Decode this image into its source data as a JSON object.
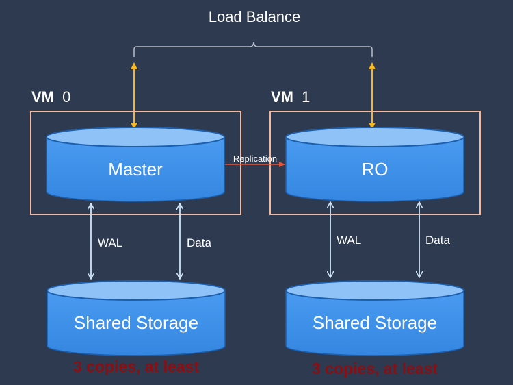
{
  "title": "Load Balance",
  "colors": {
    "background": "#2e3a4f",
    "vm_border": "#f2b9a0",
    "cylinder_body": "#3d8fe8",
    "cylinder_top": "#8fc3f7",
    "cylinder_outline": "#1c5fae",
    "lb_arrow": "#f5b820",
    "io_arrow": "#cfe3f7",
    "replication_arrow": "#e0563f",
    "bracket": "#b9c0cc",
    "note": "#8a0f12"
  },
  "vms": [
    {
      "label_bold": "VM",
      "label_num": "0",
      "node": "Master",
      "links": [
        "WAL",
        "Data"
      ],
      "storage": "Shared Storage",
      "note": "3 copies, at least"
    },
    {
      "label_bold": "VM",
      "label_num": "1",
      "node": "RO",
      "links": [
        "WAL",
        "Data"
      ],
      "storage": "Shared Storage",
      "note": "3 copies, at least"
    }
  ],
  "replication_label": "Replication"
}
